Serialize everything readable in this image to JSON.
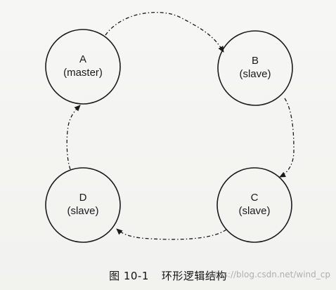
{
  "nodes": [
    {
      "id": "A",
      "name": "A",
      "role": "(master)"
    },
    {
      "id": "B",
      "name": "B",
      "role": "(slave)"
    },
    {
      "id": "C",
      "name": "C",
      "role": "(slave)"
    },
    {
      "id": "D",
      "name": "D",
      "role": "(slave)"
    }
  ],
  "edges": [
    {
      "from": "A",
      "to": "B"
    },
    {
      "from": "B",
      "to": "C"
    },
    {
      "from": "C",
      "to": "D"
    },
    {
      "from": "D",
      "to": "A"
    }
  ],
  "caption": {
    "number": "图 10-1",
    "title": "环形逻辑结构"
  },
  "watermark": "https://blog.csdn.net/wind_cp",
  "colors": {
    "stroke": "#1a1a1a",
    "background": "#f4f4f2"
  }
}
